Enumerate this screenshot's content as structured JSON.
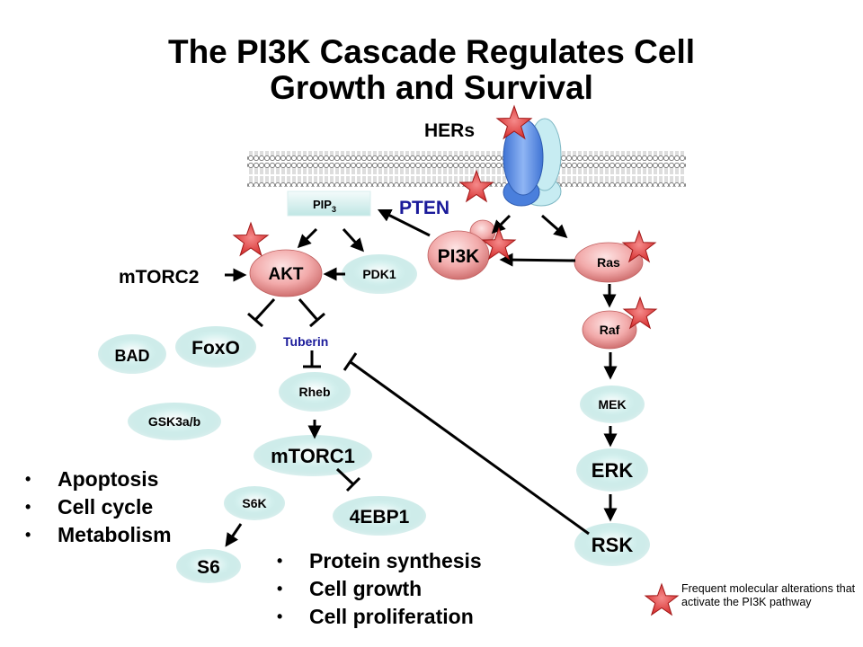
{
  "title": {
    "line1": "The PI3K Cascade Regulates Cell",
    "line2": "Growth and Survival"
  },
  "labels": {
    "hers": "HERs",
    "pip3_main": "PIP",
    "pip3_sub": "3",
    "pten": "PTEN",
    "pi3k": "PI3K",
    "akt": "AKT",
    "mtorc2_a": "mTORC",
    "mtorc2_b": "2",
    "pdk1": "PDK1",
    "ras": "Ras",
    "raf": "Raf",
    "mek": "MEK",
    "erk": "ERK",
    "rsk": "RSK",
    "bad": "BAD",
    "foxo": "FoxO",
    "tuberin": "Tuberin",
    "rheb": "Rheb",
    "gsk3": "GSK3a/b",
    "mtorc1": "mTORC1",
    "s6k": "S6K",
    "ebp1": "4EBP1",
    "s6": "S6"
  },
  "bullets_left": [
    "Apoptosis",
    "Cell cycle",
    "Metabolism"
  ],
  "bullets_bottom": [
    "Protein synthesis",
    "Cell growth",
    "Cell proliferation"
  ],
  "legend": {
    "text": "Frequent molecular alterations that activate the PI3K pathway",
    "icon": "red-star-icon"
  },
  "colors": {
    "star": "#e03535",
    "node_pink": "#f0a8a8",
    "node_teal": "#a8dcd8",
    "receptor_blue": "#5b8ee6",
    "receptor_light": "#b8e4ec",
    "pten_text": "#1a1a9a",
    "tuberin_text": "#1a1a9a"
  }
}
